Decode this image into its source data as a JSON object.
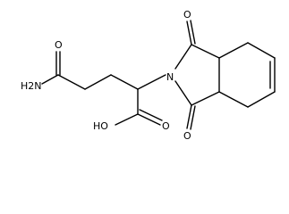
{
  "molecule": {
    "atoms": {
      "o_amide": "O",
      "nh2": "H2N",
      "o_top": "O",
      "n_imide": "N",
      "o_bottom": "O",
      "o_acid": "O",
      "oh": "HO"
    }
  }
}
